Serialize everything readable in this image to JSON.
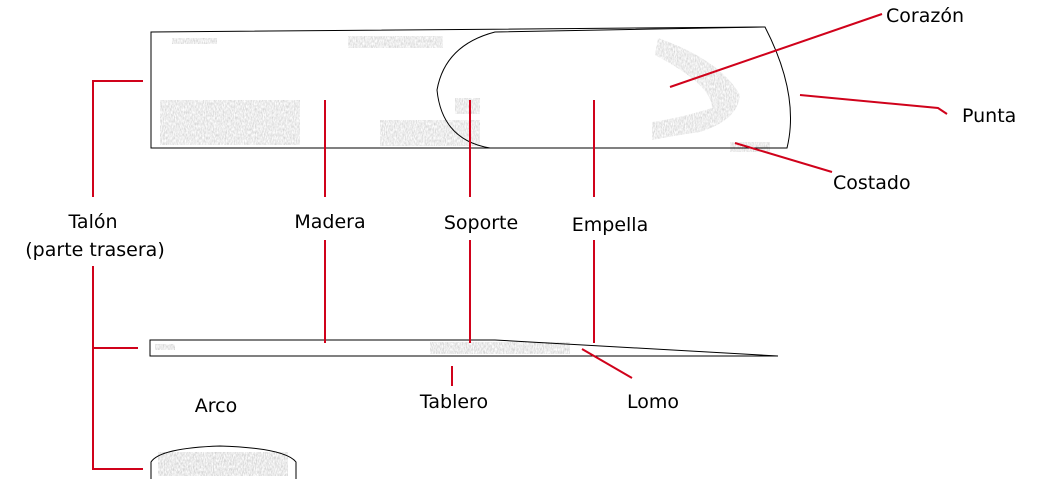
{
  "labels": {
    "corazon": "Corazón",
    "punta": "Punta",
    "costado": "Costado",
    "talon_line1": "Talón",
    "talon_line2": "(parte trasera)",
    "madera": "Madera",
    "soporte": "Soporte",
    "empella": "Empella",
    "arco": "Arco",
    "tablero": "Tablero",
    "lomo": "Lomo"
  },
  "colors": {
    "leader_line": "#d0021b",
    "outline": "#000000",
    "texture": "#b3b3b3",
    "background": "#ffffff"
  }
}
